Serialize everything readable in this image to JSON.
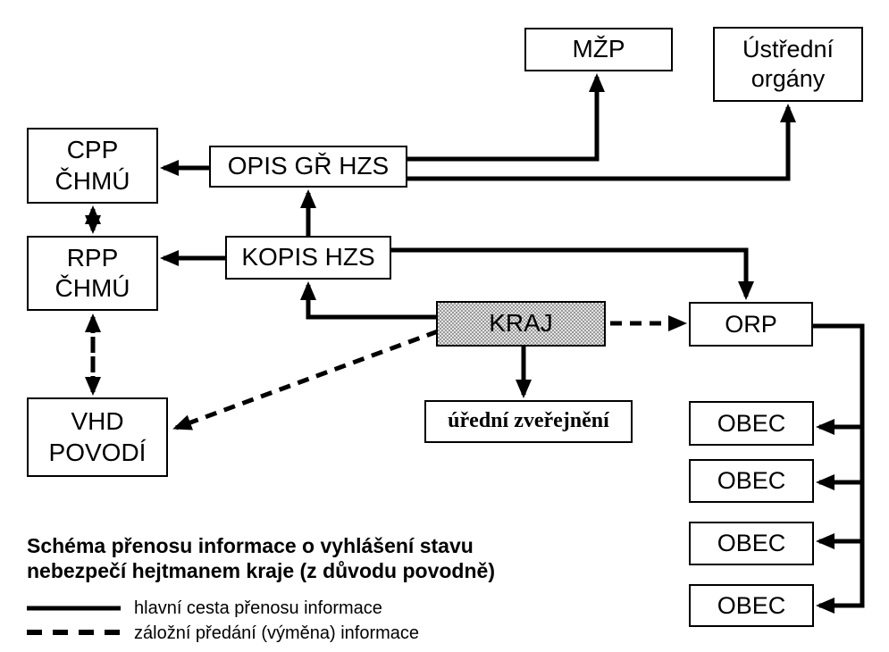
{
  "diagram": {
    "nodes": {
      "mzp": {
        "lines": [
          "MŽP"
        ]
      },
      "ustredni_organy": {
        "lines": [
          "Ústřední",
          "orgány"
        ]
      },
      "cpp_chmu": {
        "lines": [
          "CPP",
          "ČHMÚ"
        ]
      },
      "opis_gr_hzs": {
        "lines": [
          "OPIS GŘ HZS"
        ]
      },
      "rpp_chmu": {
        "lines": [
          "RPP",
          "ČHMÚ"
        ]
      },
      "kopis_hzs": {
        "lines": [
          "KOPIS HZS"
        ]
      },
      "kraj": {
        "lines": [
          "KRAJ"
        ]
      },
      "orp": {
        "lines": [
          "ORP"
        ]
      },
      "uredni_zverejneni": {
        "lines": [
          "úřední zveřejnění"
        ]
      },
      "vhd_povodi": {
        "lines": [
          "VHD",
          "POVODÍ"
        ]
      },
      "obec": {
        "label": "OBEC",
        "count": 4
      }
    },
    "title": {
      "line1": "Schéma přenosu informace o vyhlášení stavu",
      "line2": "nebezpečí hejtmanem kraje (z důvodu povodně)"
    },
    "legend": {
      "solid_label": "hlavní cesta přenosu informace",
      "dashed_label": "záložní předání (výměna) informace"
    },
    "colors": {
      "line": "#000000",
      "box_border": "#000000",
      "box_fill": "#ffffff",
      "kraj_fill": "#c8c8c8",
      "background": "#ffffff"
    }
  }
}
